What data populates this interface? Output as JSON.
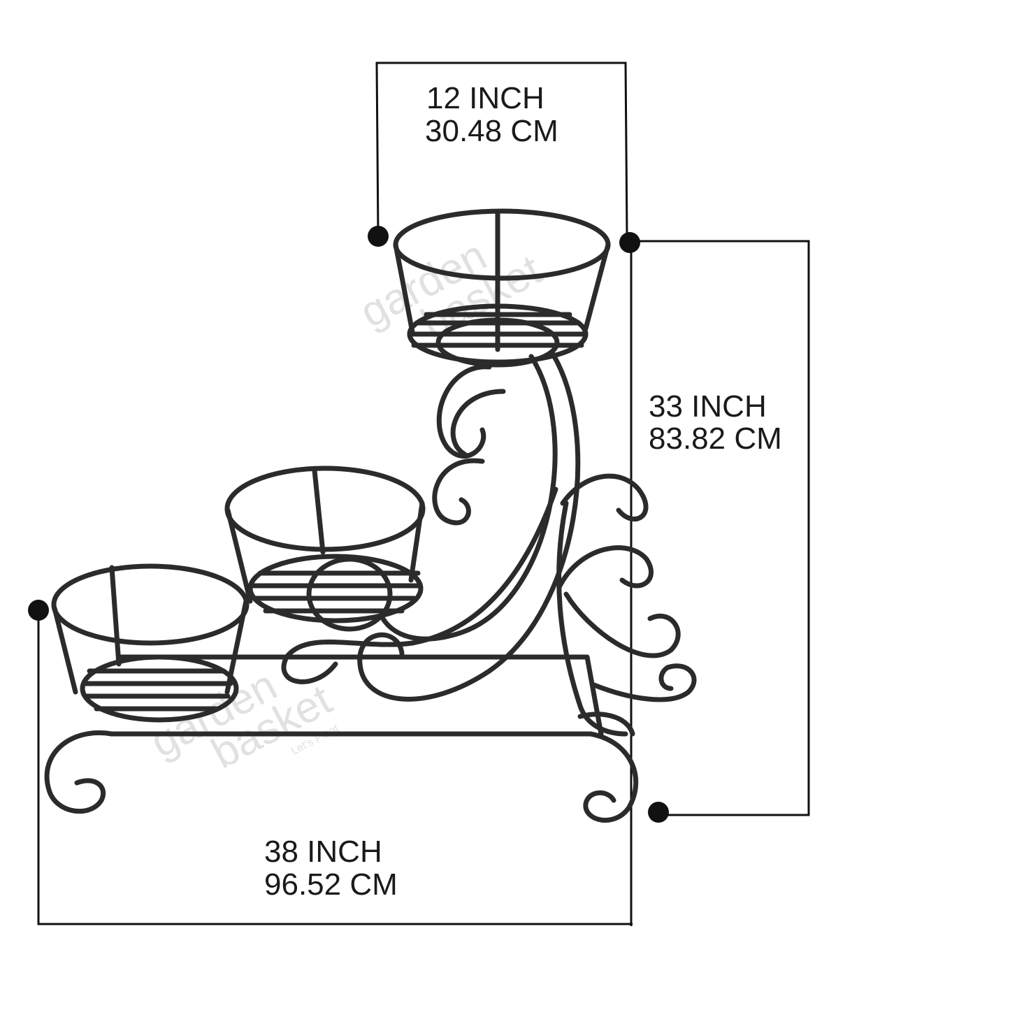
{
  "dimensions": {
    "top_width": {
      "inch": "12 INCH",
      "cm": "30.48 CM"
    },
    "height": {
      "inch": "33 INCH",
      "cm": "83.82 CM"
    },
    "base_width": {
      "inch": "38 INCH",
      "cm": "96.52 CM"
    }
  },
  "watermark": {
    "line1": "garden",
    "line2": "basket",
    "tagline": "Let's Plant"
  },
  "colors": {
    "ink": "#111111",
    "rod": "#2b2b2b",
    "watermark": "#c9c9c9",
    "background": "#ffffff"
  }
}
